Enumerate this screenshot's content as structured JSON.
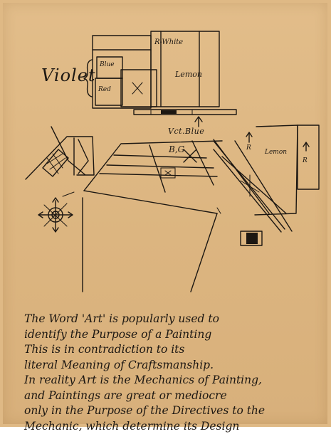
{
  "sketch": {
    "labels": {
      "violet": "Violet",
      "white": "R-White",
      "blue": "Blue",
      "red": "Red",
      "lemon_upper": "Lemon",
      "vblue": "Vct.Blue",
      "bg": "B,G",
      "r_arrow_left": "R",
      "lemon_lower": "Lemon",
      "r_arrow_right": "R"
    }
  },
  "note": {
    "lines": [
      "The Word 'Art' is popularly used to",
      "identify the Purpose of a Painting",
      "This is in contradiction to its",
      "literal Meaning of Craftsmanship.",
      "In reality Art is the Mechanics of Painting,",
      "and Paintings are great or mediocre",
      "only in the Purpose of the Directives to the",
      "Mechanic, which determine its Design"
    ]
  }
}
